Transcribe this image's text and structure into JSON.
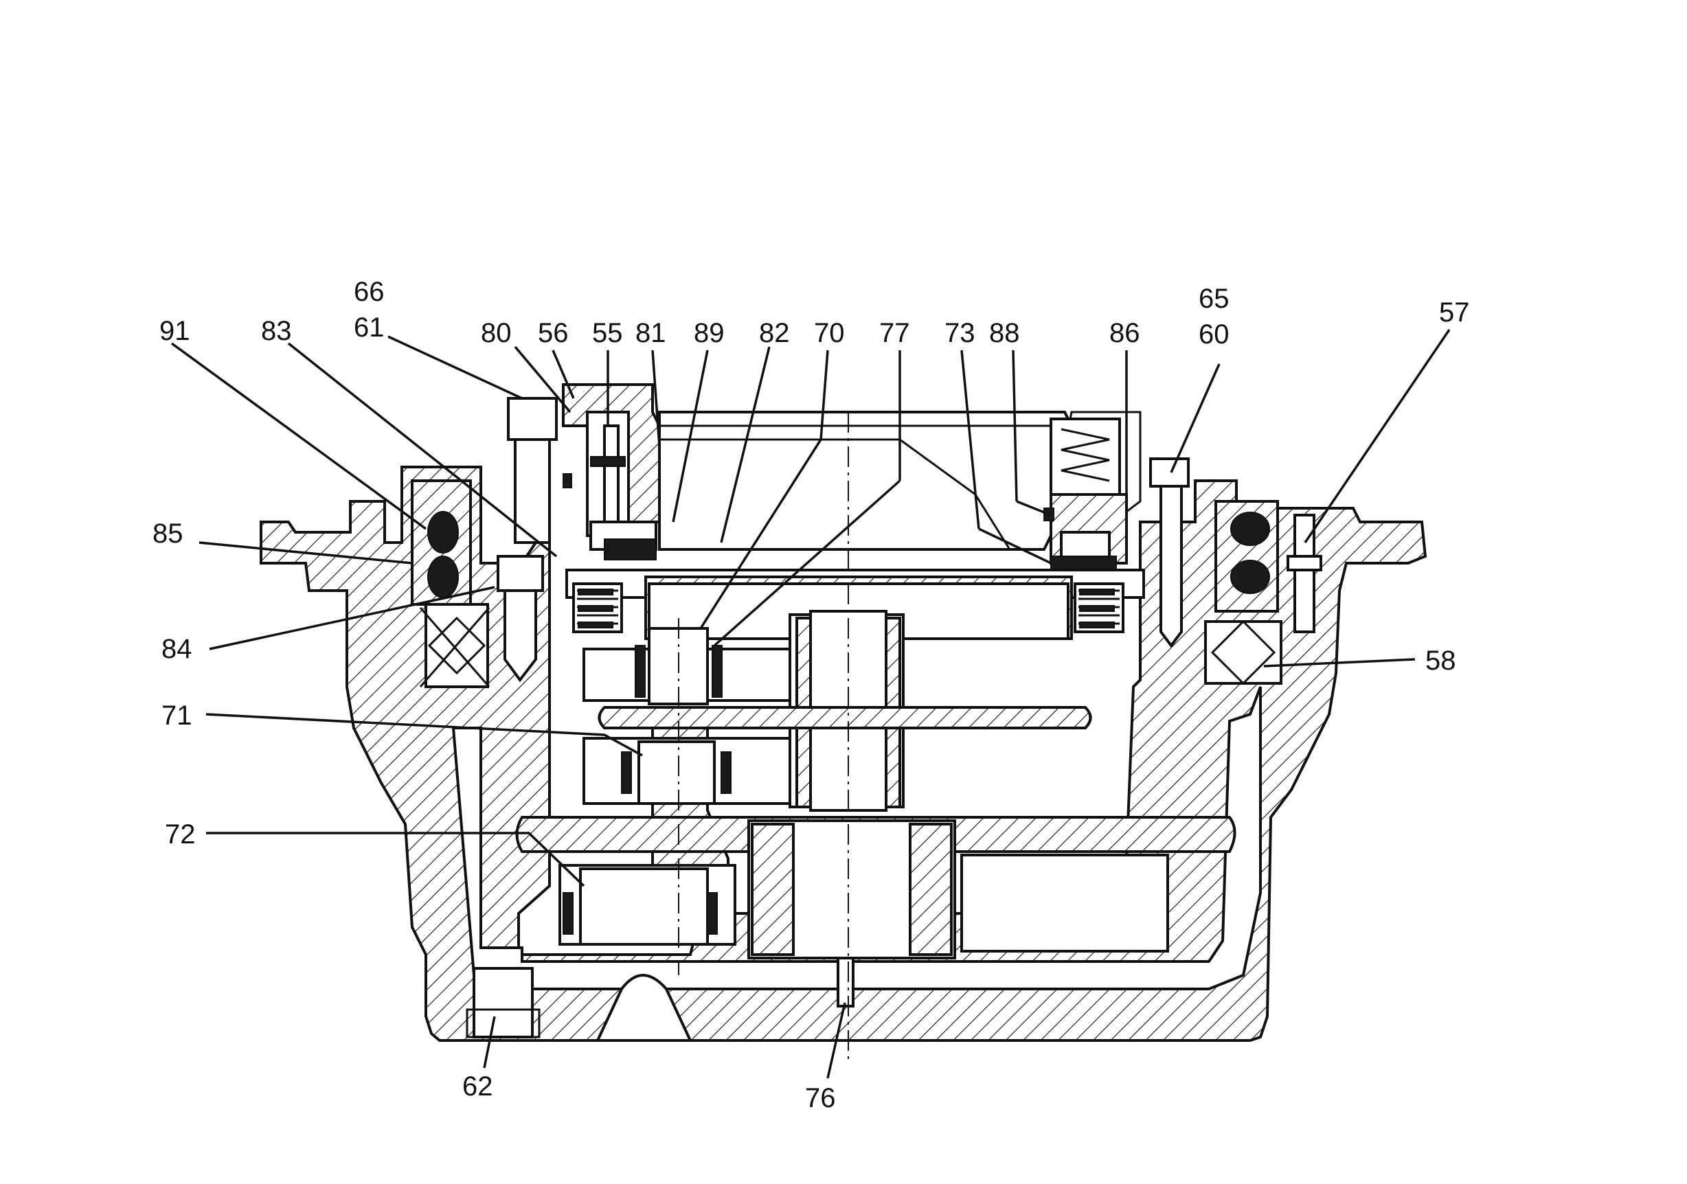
{
  "labels": [
    {
      "id": "91",
      "text": "91"
    },
    {
      "id": "83",
      "text": "83"
    },
    {
      "id": "66",
      "text": "66"
    },
    {
      "id": "61",
      "text": "61"
    },
    {
      "id": "80",
      "text": "80"
    },
    {
      "id": "56",
      "text": "56"
    },
    {
      "id": "55",
      "text": "55"
    },
    {
      "id": "81",
      "text": "81"
    },
    {
      "id": "89",
      "text": "89"
    },
    {
      "id": "82",
      "text": "82"
    },
    {
      "id": "70",
      "text": "70"
    },
    {
      "id": "77",
      "text": "77"
    },
    {
      "id": "73",
      "text": "73"
    },
    {
      "id": "88",
      "text": "88"
    },
    {
      "id": "86",
      "text": "86"
    },
    {
      "id": "65",
      "text": "65"
    },
    {
      "id": "60",
      "text": "60"
    },
    {
      "id": "57",
      "text": "57"
    },
    {
      "id": "85",
      "text": "85"
    },
    {
      "id": "84",
      "text": "84"
    },
    {
      "id": "58",
      "text": "58"
    },
    {
      "id": "71",
      "text": "71"
    },
    {
      "id": "72",
      "text": "72"
    },
    {
      "id": "62",
      "text": "62"
    },
    {
      "id": "76",
      "text": "76"
    }
  ]
}
